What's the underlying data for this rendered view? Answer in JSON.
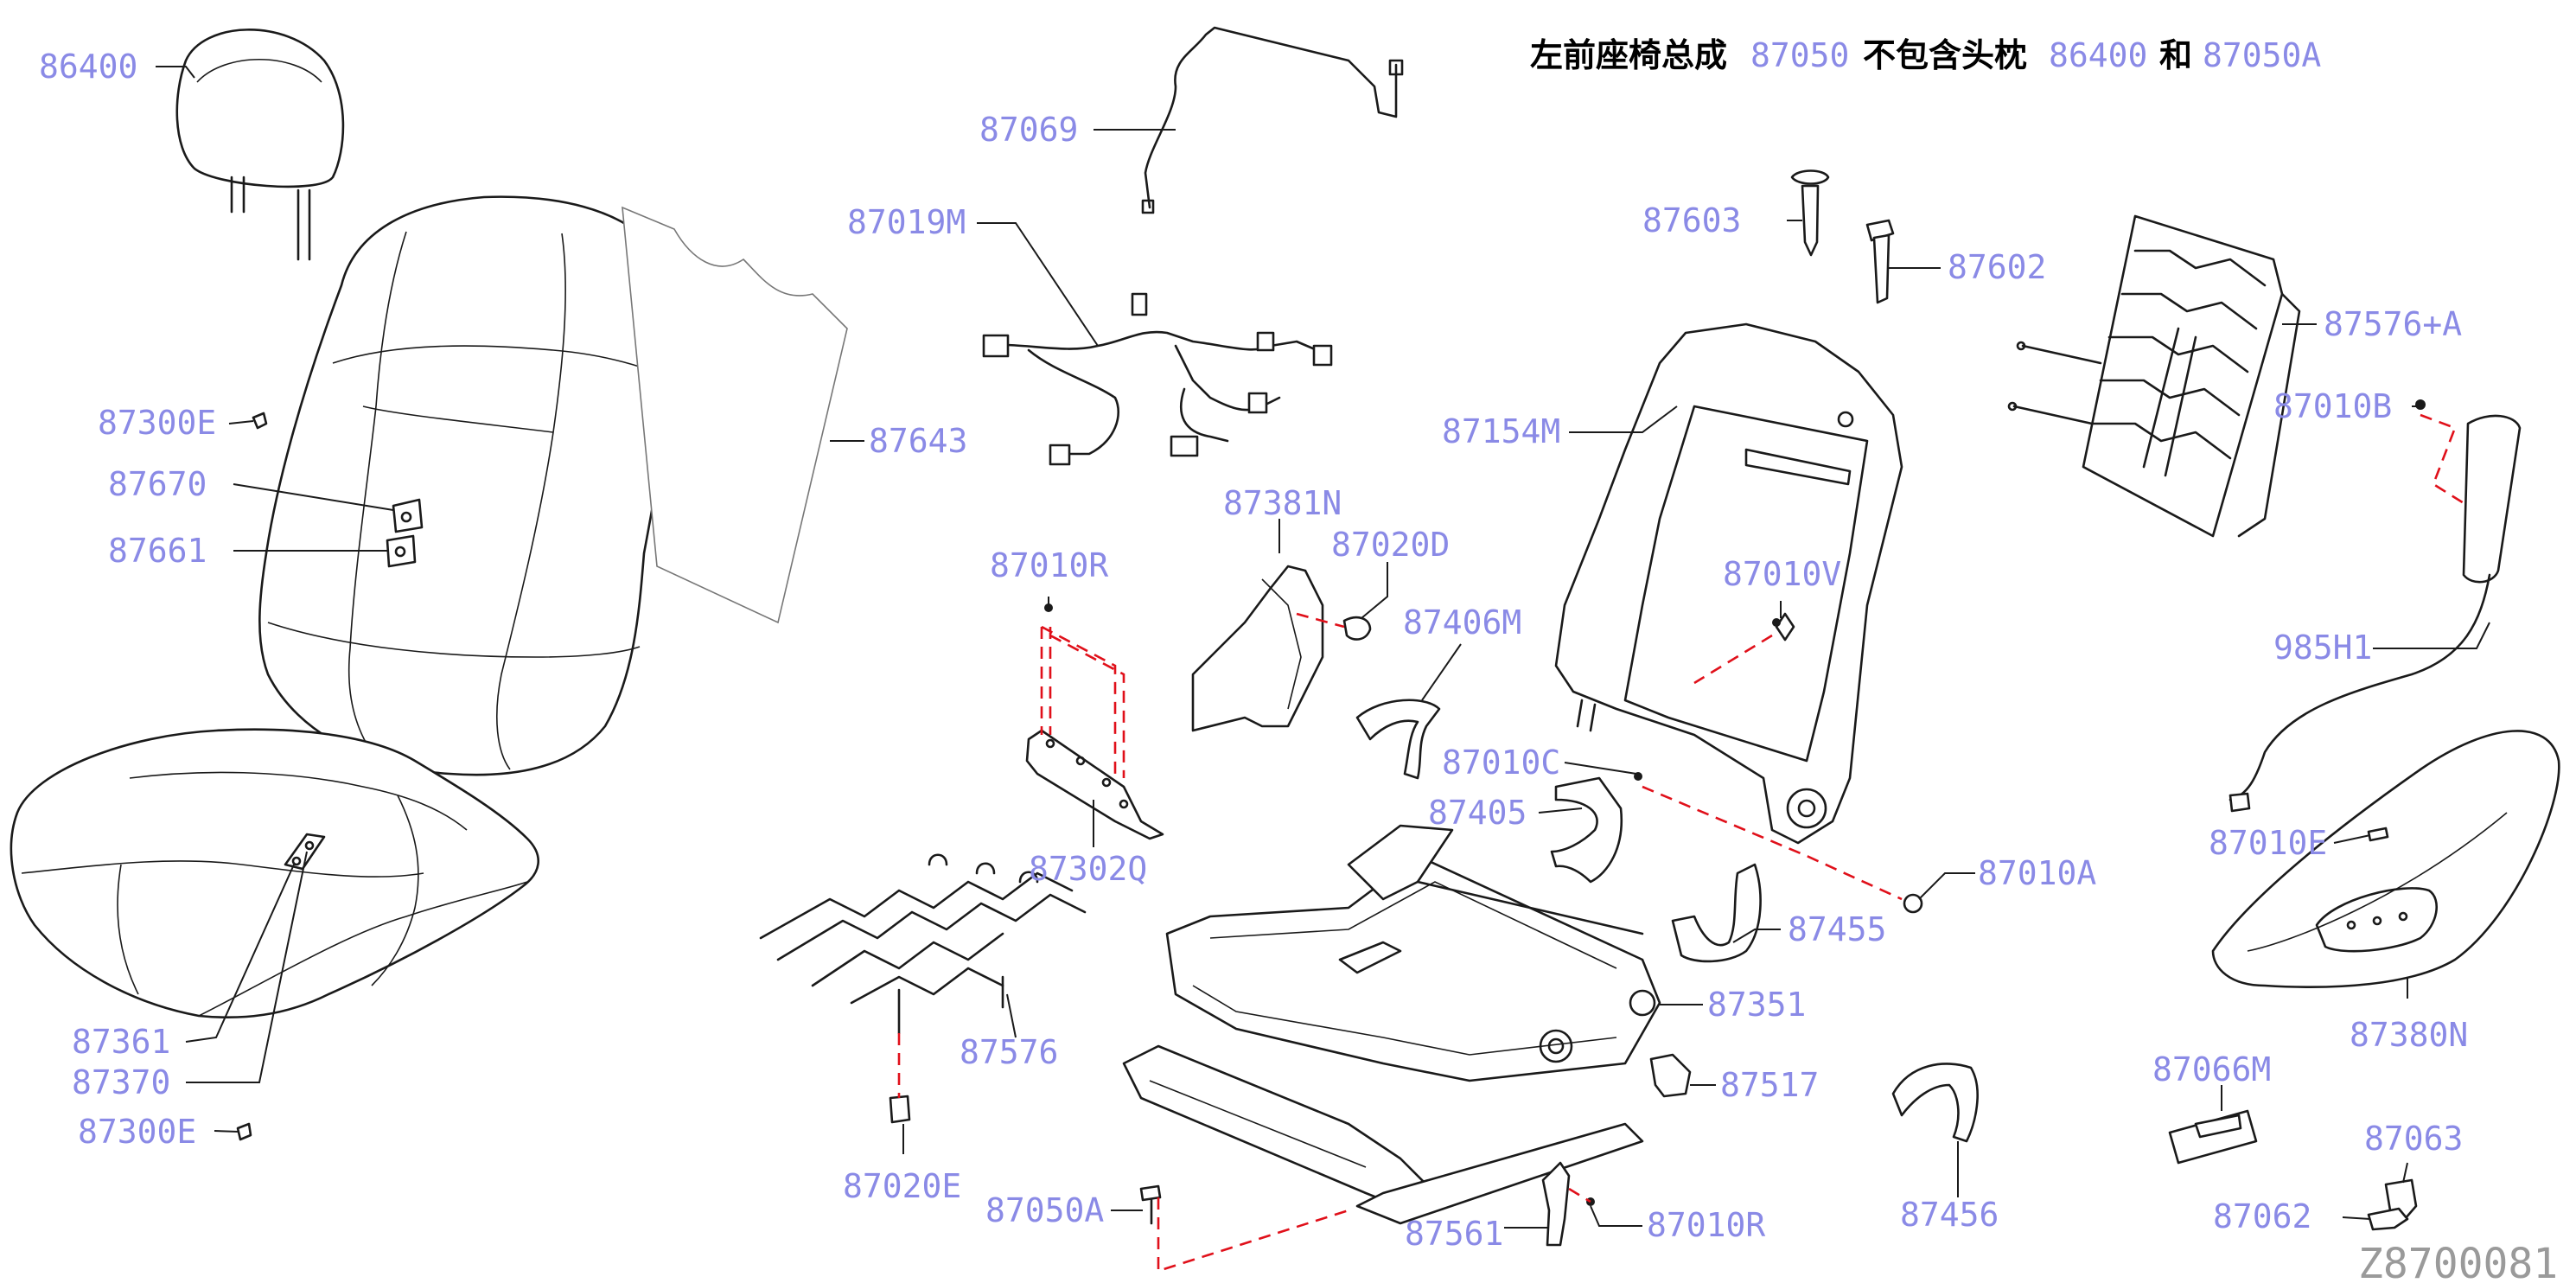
{
  "title": {
    "part1": "左前座椅总成",
    "code1": "87050",
    "part2": "不包含头枕",
    "code2": "86400",
    "part3": "和",
    "code3": "87050A"
  },
  "diagram_code": "Z8700081",
  "labels": {
    "p86400": "86400",
    "p87300E_top": "87300E",
    "p87670": "87670",
    "p87661": "87661",
    "p87361": "87361",
    "p87370": "87370",
    "p87300E_bottom": "87300E",
    "p87069": "87069",
    "p87019M": "87019M",
    "p87643": "87643",
    "p87381N": "87381N",
    "p87020D": "87020D",
    "p87406M": "87406M",
    "p87010R_top": "87010R",
    "p87302Q": "87302Q",
    "p87576": "87576",
    "p87020E": "87020E",
    "p87050A": "87050A",
    "p87561": "87561",
    "p87010R_bottom": "87010R",
    "p87603": "87603",
    "p87602": "87602",
    "p87576A": "87576+A",
    "p87154M": "87154M",
    "p87010V": "87010V",
    "p87010B": "87010B",
    "p87010C": "87010C",
    "p87405": "87405",
    "p87455": "87455",
    "p87010A": "87010A",
    "p87351": "87351",
    "p87517": "87517",
    "p87456": "87456",
    "p985H1": "985H1",
    "p87010E": "87010E",
    "p87380N": "87380N",
    "p87066M": "87066M",
    "p87063": "87063",
    "p87062": "87062"
  }
}
